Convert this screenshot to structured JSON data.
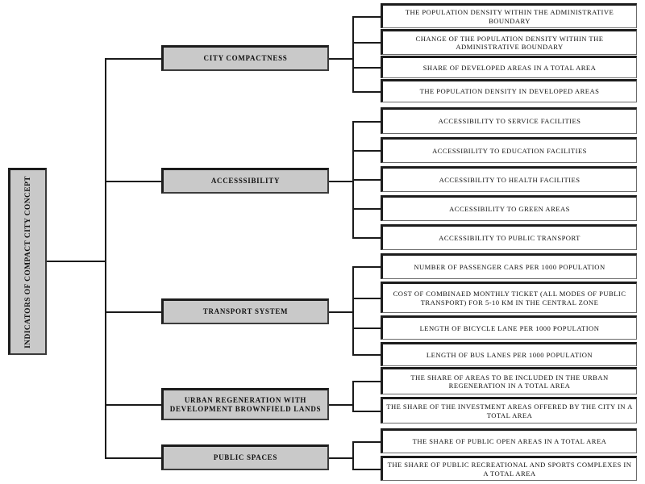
{
  "diagram": {
    "root": {
      "label": "INDICATORS OF COMPACT CITY CONCEPT"
    },
    "colors": {
      "node_fill": "#c9c9c9",
      "leaf_fill": "#ffffff",
      "line": "#1a1a1a",
      "border_dark": "#1c1c1c",
      "text": "#111111",
      "background": "#ffffff"
    },
    "categories": [
      {
        "label": "CITY COMPACTNESS",
        "leaves": [
          "THE POPULATION DENSITY WITHIN THE ADMINISTRATIVE BOUNDARY",
          "CHANGE OF THE POPULATION DENSITY WITHIN THE ADMINISTRATIVE BOUNDARY",
          "SHARE OF DEVELOPED AREAS IN A TOTAL AREA",
          "THE POPULATION DENSITY IN DEVELOPED AREAS"
        ]
      },
      {
        "label": "ACCESSSIBILITY",
        "leaves": [
          "ACCESSIBILITY TO SERVICE FACILITIES",
          "ACCESSIBILITY TO EDUCATION FACILITIES",
          "ACCESSIBILITY TO HEALTH FACILITIES",
          "ACCESSIBILITY TO GREEN AREAS",
          "ACCESSIBILITY TO PUBLIC TRANSPORT"
        ]
      },
      {
        "label": "TRANSPORT SYSTEM",
        "leaves": [
          "NUMBER OF PASSENGER CARS PER 1000 POPULATION",
          "COST OF COMBINAED MONTHLY TICKET (ALL MODES OF PUBLIC TRANSPORT) FOR 5-10 KM IN THE CENTRAL ZONE",
          "LENGTH OF BICYCLE LANE PER 1000 POPULATION",
          "LENGTH OF BUS LANES PER 1000 POPULATION"
        ]
      },
      {
        "label": "URBAN REGENERATION WITH DEVELOPMENT BROWNFIELD LANDS",
        "leaves": [
          "THE SHARE OF AREAS TO BE INCLUDED IN THE URBAN REGENERATION IN A TOTAL AREA",
          "THE SHARE OF THE INVESTMENT AREAS OFFERED BY THE CITY IN A TOTAL AREA"
        ]
      },
      {
        "label": "PUBLIC SPACES",
        "leaves": [
          "THE SHARE OF PUBLIC OPEN AREAS IN A TOTAL AREA",
          "THE SHARE OF PUBLIC RECREATIONAL AND SPORTS COMPLEXES IN A TOTAL AREA"
        ]
      }
    ]
  }
}
